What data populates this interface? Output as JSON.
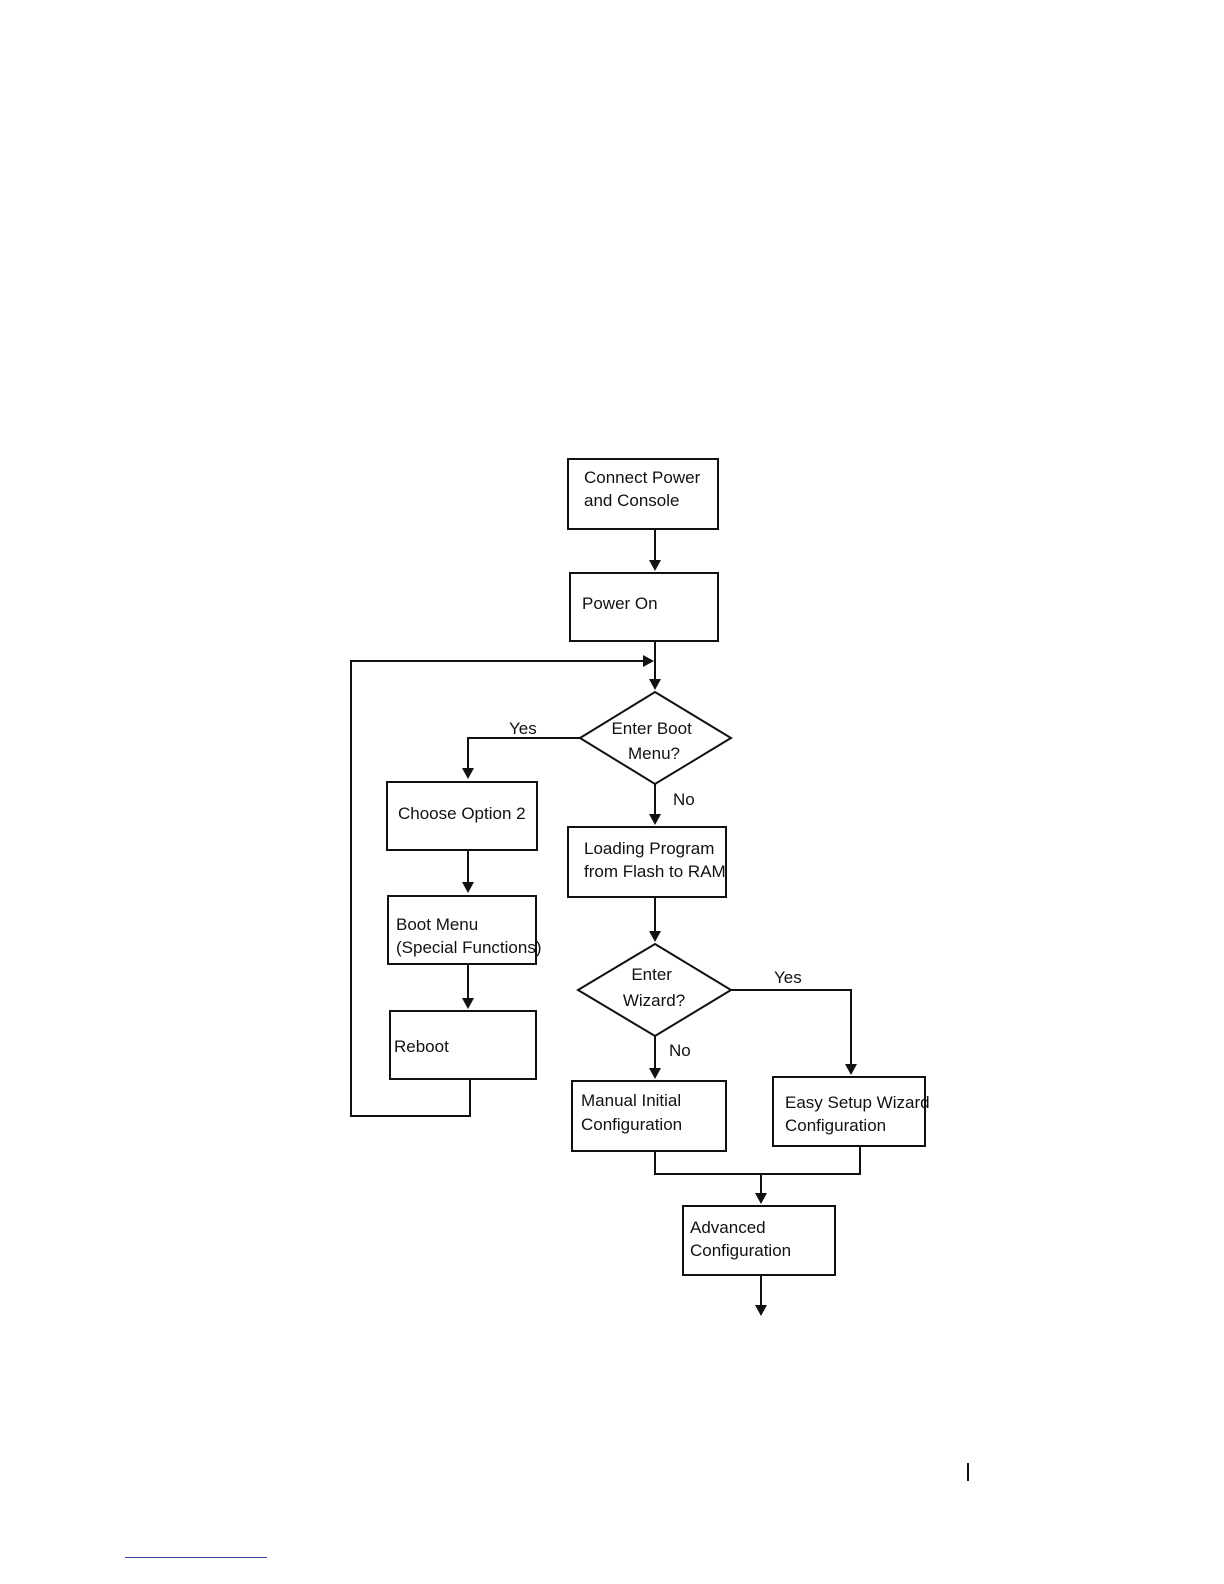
{
  "flowchart": {
    "nodes": {
      "connect_power": {
        "lines": [
          "Connect Power",
          "and Console"
        ]
      },
      "power_on": {
        "lines": [
          "Power On"
        ]
      },
      "enter_boot_menu": {
        "lines": [
          "Enter Boot",
          "Menu?"
        ]
      },
      "choose_option_2": {
        "lines": [
          "Choose Option 2"
        ]
      },
      "boot_menu_special": {
        "lines": [
          "Boot Menu",
          "(Special Functions)"
        ]
      },
      "reboot": {
        "lines": [
          "Reboot"
        ]
      },
      "loading_program": {
        "lines": [
          "Loading Program",
          "from Flash to RAM"
        ]
      },
      "enter_wizard": {
        "lines": [
          "Enter",
          "Wizard?"
        ]
      },
      "manual_initial_config": {
        "lines": [
          "Manual Initial",
          "Configuration"
        ]
      },
      "easy_setup_wizard_config": {
        "lines": [
          "Easy Setup Wizard",
          "Configuration"
        ]
      },
      "advanced_config": {
        "lines": [
          "Advanced",
          "Configuration"
        ]
      }
    },
    "edge_labels": {
      "boot_yes": "Yes",
      "boot_no": "No",
      "wizard_yes": "Yes",
      "wizard_no": "No"
    }
  },
  "colors": {
    "stroke": "#111111",
    "background": "#ffffff",
    "page_rule": "#3344aa"
  }
}
